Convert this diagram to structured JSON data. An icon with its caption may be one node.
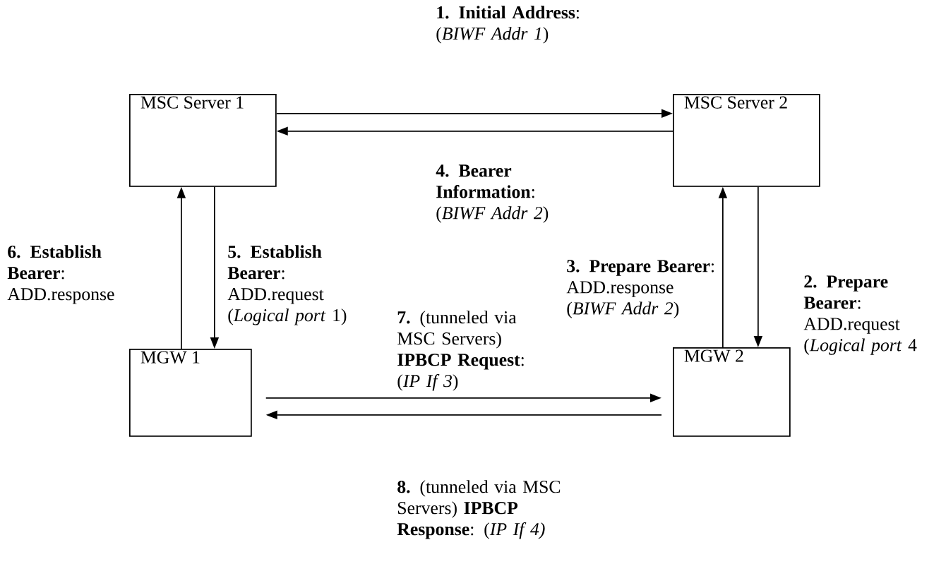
{
  "diagram": {
    "nodes": [
      {
        "text": [
          "MSC Server 1"
        ]
      },
      {
        "text": [
          "MSC Server 2"
        ]
      },
      {
        "text": [
          "MGW 1"
        ]
      },
      {
        "text": [
          "MGW 2"
        ]
      }
    ],
    "edges": [
      {
        "from": 0,
        "to": 1,
        "arrow": "to",
        "label": "**1. Initial Address**: (*BIWF Addr 1*)"
      },
      {
        "from": 1,
        "to": 3,
        "arrow": "to",
        "label": "**2. Prepare Bearer**: ADD.request (*Logical port* 4"
      },
      {
        "from": 3,
        "to": 1,
        "arrow": "to",
        "label": "**3. Prepare Bearer**: ADD.response (*BIWF Addr 2*)"
      },
      {
        "from": 1,
        "to": 0,
        "arrow": "to",
        "label": "**4. Bearer Information**: (*BIWF Addr 2*)"
      },
      {
        "from": 0,
        "to": 2,
        "arrow": "to",
        "label": "**5. Establish Bearer**: ADD.request (*Logical port* 1)"
      },
      {
        "from": 2,
        "to": 0,
        "arrow": "to",
        "label": "**6. Establish Bearer**: ADD.response"
      },
      {
        "from": 2,
        "to": 3,
        "arrow": "to",
        "label": "**7.** (tunneled via MSC Servers) **IPBCP Request**: (*IP If 3*)"
      },
      {
        "from": 3,
        "to": 2,
        "arrow": "to",
        "label": "**8.** (tunneled via MSC Servers) **IPBCP Response**: (*IP If 4)*"
      }
    ]
  }
}
